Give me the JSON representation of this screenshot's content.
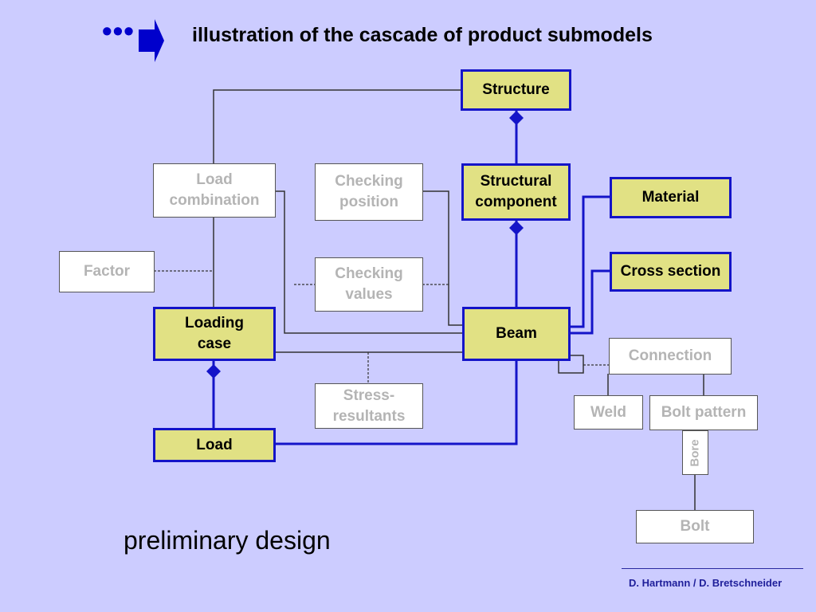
{
  "header": {
    "title": "illustration of the cascade of product submodels",
    "ellipsis": "•••"
  },
  "diagram": {
    "boxes": {
      "structure": "Structure",
      "structural_component": "Structural\ncomponent",
      "material": "Material",
      "cross_section": "Cross section",
      "beam": "Beam",
      "load_combination": "Load\ncombination",
      "checking_position": "Checking\nposition",
      "factor": "Factor",
      "checking_values": "Checking\nvalues",
      "loading_case": "Loading\ncase",
      "stress_resultants": "Stress-\nresultants",
      "load": "Load",
      "connection": "Connection",
      "weld": "Weld",
      "bolt_pattern": "Bolt pattern",
      "bore": "Bore",
      "bolt": "Bolt"
    },
    "colors": {
      "background": "#ccccff",
      "active_fill": "#e1e184",
      "active_border": "#1414c8",
      "inactive_text": "#b4b4b4"
    }
  },
  "footer": {
    "subtitle": "preliminary design",
    "author": "D. Hartmann / D. Bretschneider"
  }
}
